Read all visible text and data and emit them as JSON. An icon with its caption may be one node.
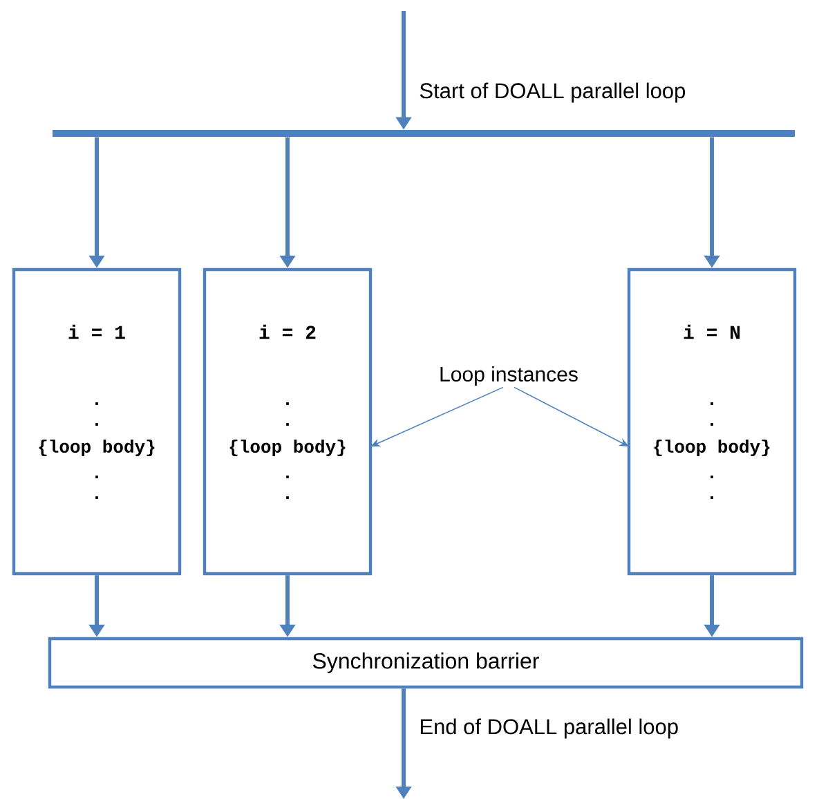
{
  "diagram": {
    "nodes": [
      {
        "text": [],
        "shape": "bar"
      },
      {
        "text": [
          "i = 1",
          ".",
          ".",
          "{loop body}",
          ".",
          "."
        ]
      },
      {
        "text": [
          "i = 2",
          ".",
          ".",
          "{loop body}",
          ".",
          "."
        ]
      },
      {
        "text": [
          "i = N",
          ".",
          ".",
          "{loop body}",
          ".",
          "."
        ]
      },
      {
        "text": [
          "Synchronization barrier"
        ]
      },
      {
        "text": [
          "Loop instances"
        ]
      }
    ],
    "edges": [
      {
        "from": null,
        "to": 0,
        "arrow": "to",
        "label": "Start of  DOALL parallel loop"
      },
      {
        "from": 0,
        "to": 1,
        "arrow": "to"
      },
      {
        "from": 0,
        "to": 2,
        "arrow": "to"
      },
      {
        "from": 0,
        "to": 3,
        "arrow": "to"
      },
      {
        "from": 1,
        "to": 4,
        "arrow": "to"
      },
      {
        "from": 2,
        "to": 4,
        "arrow": "to"
      },
      {
        "from": 3,
        "to": 4,
        "arrow": "to"
      },
      {
        "from": 4,
        "to": null,
        "arrow": "to",
        "label": "End of  DOALL parallel loop"
      },
      {
        "from": 5,
        "to": 2,
        "arrow": "to"
      },
      {
        "from": 5,
        "to": 3,
        "arrow": "to"
      }
    ]
  }
}
